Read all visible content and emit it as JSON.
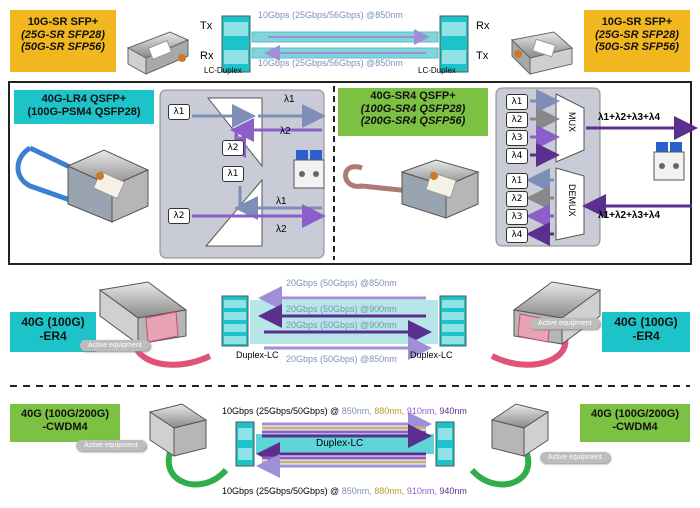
{
  "colors": {
    "gold": "#f2b71f",
    "teal": "#1cc3c9",
    "green": "#7cc142",
    "cable_cyan": "#7fd6da",
    "lavender": "#9f8fd6",
    "purple": "#5b2f8f",
    "violet": "#8b5fc7",
    "magenta": "#d05fa2",
    "gray_pane": "#c9ccd6"
  },
  "sfp_row": {
    "left_label": [
      "10G-SR SFP+",
      "(25G-SR SFP28)",
      "(50G-SR SFP56)"
    ],
    "right_label": [
      "10G-SR SFP+",
      "(25G-SR SFP28)",
      "(50G-SR SFP56)"
    ],
    "tx_left": "Tx",
    "rx_left": "Rx",
    "rx_right": "Rx",
    "tx_right": "Tx",
    "top_speed": "10Gbps (25Gbps/56Gbps) @850nm",
    "bottom_speed": "10Gbps (25Gbps/56Gbps) @850nm",
    "conn_left": "LC-Duplex",
    "conn_right": "LC-Duplex"
  },
  "qsfp_panel": {
    "lr4_label": [
      "40G-LR4 QSFP+",
      "(100G-PSM4 QSFP28)"
    ],
    "sr4_label": [
      "40G-SR4 QSFP+",
      "(100G-SR4 QSFP28)",
      "(200G-SR4 QSFP56)"
    ],
    "lambda1": "λ1",
    "lambda2": "λ2",
    "lambda3": "λ3",
    "lambda4": "λ4",
    "mux": "MUX",
    "demux": "DEMUX",
    "mux_out": "λ1+λ2+λ3+λ4",
    "demux_in": "λ1+λ2+λ3+λ4"
  },
  "er4_row": {
    "left_label": [
      "40G (100G)",
      "-ER4"
    ],
    "right_label": [
      "40G (100G)",
      "-ER4"
    ],
    "lines": [
      "20Gbps (50Gbps) @850nm",
      "20Gbps (50Gbps) @900nm",
      "20Gbps (50Gbps) @900nm",
      "20Gbps (50Gbps) @850nm"
    ],
    "conn_left": "Duplex-LC",
    "conn_right": "Duplex-LC",
    "active_left": "Active equipment",
    "active_right": "Active equipment"
  },
  "cwdm4_row": {
    "left_label": [
      "40G (100G/200G)",
      "-CWDM4"
    ],
    "right_label": [
      "40G (100G/200G)",
      "-CWDM4"
    ],
    "top_rate": "10Gbps (25Gbps/50Gbps) @",
    "bottom_rate": "10Gbps (25Gbps/50Gbps) @",
    "wl_850": "850nm,",
    "wl_880": "880nm,",
    "wl_910": "910nm,",
    "wl_940": "940nm",
    "cable": "Duplex-LC",
    "active_left": "Active equipment",
    "active_right": "Active equipment"
  }
}
